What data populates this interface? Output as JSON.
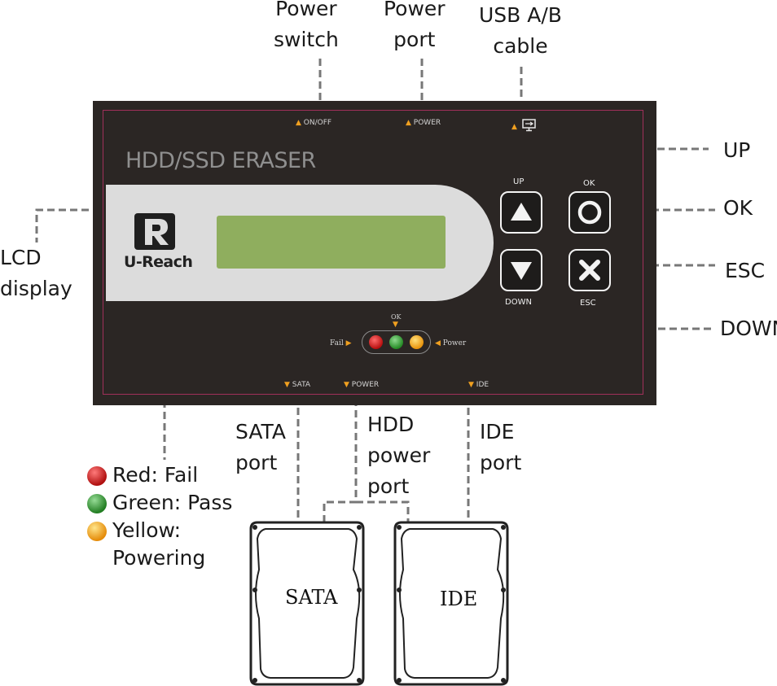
{
  "callouts": {
    "power_switch": "Power\nswitch",
    "power_port": "Power\nport",
    "usb_cable": "USB A/B\ncable",
    "lcd_display": "LCD\ndisplay",
    "up": "UP",
    "ok": "OK",
    "esc": "ESC",
    "down": "DOWN",
    "sata_port": "SATA\nport",
    "hdd_power_port": "HDD\npower\nport",
    "ide_port": "IDE\nport"
  },
  "panel": {
    "brand": "HDD/SSD ERASER",
    "logo_text": "U-Reach",
    "top_labels": {
      "on_off": "ON/OFF",
      "power": "POWER"
    },
    "bottom_labels": {
      "sata": "SATA",
      "power": "POWER",
      "ide": "IDE"
    },
    "keys": {
      "up": "UP",
      "ok": "OK",
      "down": "DOWN",
      "esc": "ESC"
    },
    "leds": {
      "ok": "OK",
      "fail": "Fail",
      "power": "Power"
    }
  },
  "legend": [
    {
      "text": "Red: Fail",
      "color": "#c41a1a"
    },
    {
      "text": "Green: Pass",
      "color": "#2e8b2e"
    },
    {
      "text": "Yellow:",
      "extra": "Powering",
      "color": "#f0a020"
    }
  ],
  "drives": {
    "sata": "SATA",
    "ide": "IDE"
  },
  "colors": {
    "panel": "#2b2624",
    "frame": "#a0305a",
    "lcd": "#8fae5e",
    "accent": "#f0a020"
  }
}
